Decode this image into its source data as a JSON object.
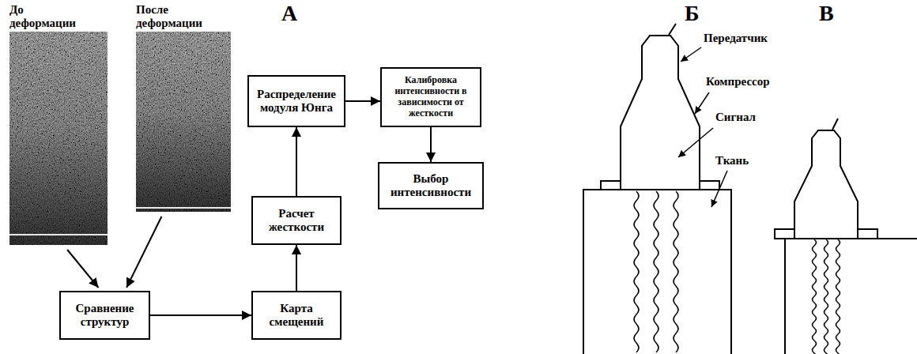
{
  "diagram": {
    "nodes": [
      {
        "text": [
          "До деформации"
        ]
      },
      {
        "text": [
          "После деформации"
        ]
      },
      {
        "text": [
          "Сравнение структур"
        ]
      },
      {
        "text": [
          "Карта смещений"
        ]
      },
      {
        "text": [
          "Расчет жесткости"
        ]
      },
      {
        "text": [
          "Распределение модуля Юнга"
        ]
      },
      {
        "text": [
          "Калибровка интенсивности в зависимости от жесткости"
        ]
      },
      {
        "text": [
          "Выбор интенсивности"
        ]
      }
    ],
    "edges": [
      {
        "from": 0,
        "to": 2,
        "arrow": "to"
      },
      {
        "from": 1,
        "to": 2,
        "arrow": "to"
      },
      {
        "from": 2,
        "to": 3,
        "arrow": "to"
      },
      {
        "from": 3,
        "to": 4,
        "arrow": "to"
      },
      {
        "from": 4,
        "to": 5,
        "arrow": "to"
      },
      {
        "from": 5,
        "to": 6,
        "arrow": "to"
      },
      {
        "from": 6,
        "to": 7,
        "arrow": "to"
      }
    ],
    "labels": [
      "А",
      "Б",
      "В",
      "Передатчик",
      "Компрессор",
      "Сигнал",
      "Ткань"
    ]
  }
}
